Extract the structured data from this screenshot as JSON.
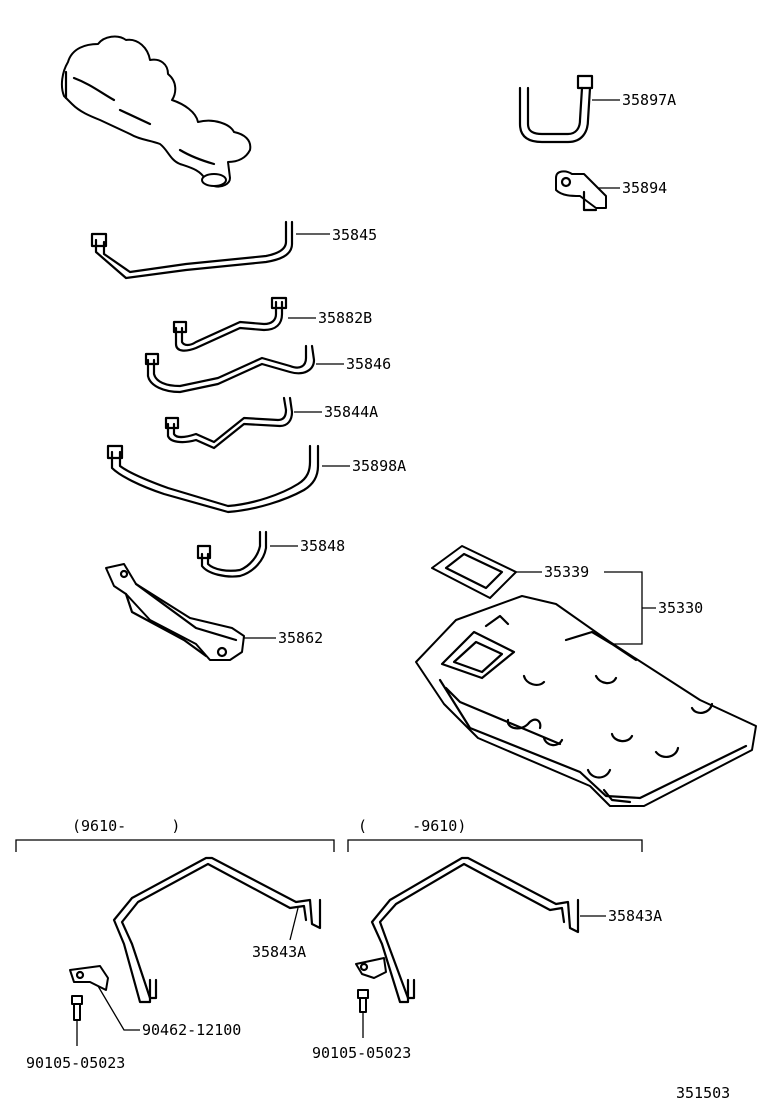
{
  "labels": {
    "p35897A": "35897A",
    "p35894": "35894",
    "p35845": "35845",
    "p35882B": "35882B",
    "p35846": "35846",
    "p35844A": "35844A",
    "p35898A": "35898A",
    "p35848": "35848",
    "p35339": "35339",
    "p35330": "35330",
    "p35862": "35862",
    "range_left": "(9610-     )",
    "range_right": "(     -9610)",
    "p35843A_left": "35843A",
    "p35843A_right": "35843A",
    "p90462": "90462-12100",
    "p90105_left": "90105-05023",
    "p90105_right": "90105-05023",
    "diagram_number": "351503"
  }
}
